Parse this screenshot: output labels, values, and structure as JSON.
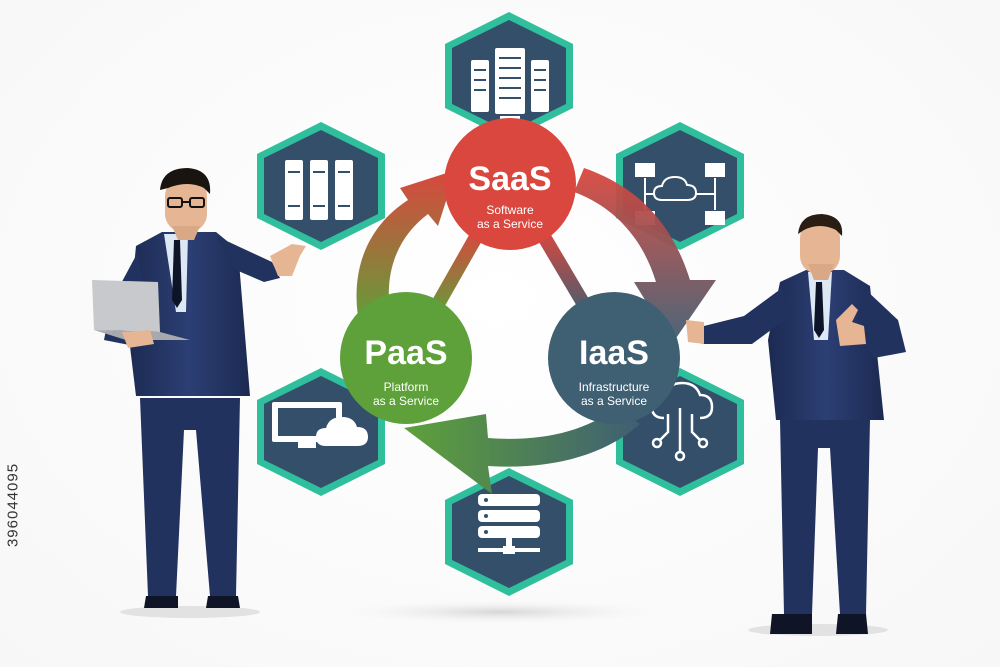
{
  "diagram": {
    "saas": {
      "title": "SaaS",
      "line1": "Software",
      "line2": "as a Service"
    },
    "paas": {
      "title": "PaaS",
      "line1": "Platform",
      "line2": "as a Service"
    },
    "iaas": {
      "title": "IaaS",
      "line1": "Infrastructure",
      "line2": "as a Service"
    }
  },
  "hexagons": [
    {
      "icon": "server-tower-icon"
    },
    {
      "icon": "network-cloud-icon"
    },
    {
      "icon": "cloud-circuit-icon"
    },
    {
      "icon": "server-stack-icon"
    },
    {
      "icon": "monitor-cloud-icon"
    },
    {
      "icon": "server-rack-icon"
    }
  ],
  "people": [
    {
      "name": "businessman-left",
      "holding": "laptop"
    },
    {
      "name": "businessman-right",
      "gesture": "thumbs-up"
    }
  ],
  "stock_id": "396044095",
  "colors": {
    "saas": "#d9473e",
    "paas": "#5ea13a",
    "iaas": "#3f5f73",
    "hex_fill": "#344f6a",
    "hex_border": "#2fbf9c",
    "suit": "#22325e"
  }
}
